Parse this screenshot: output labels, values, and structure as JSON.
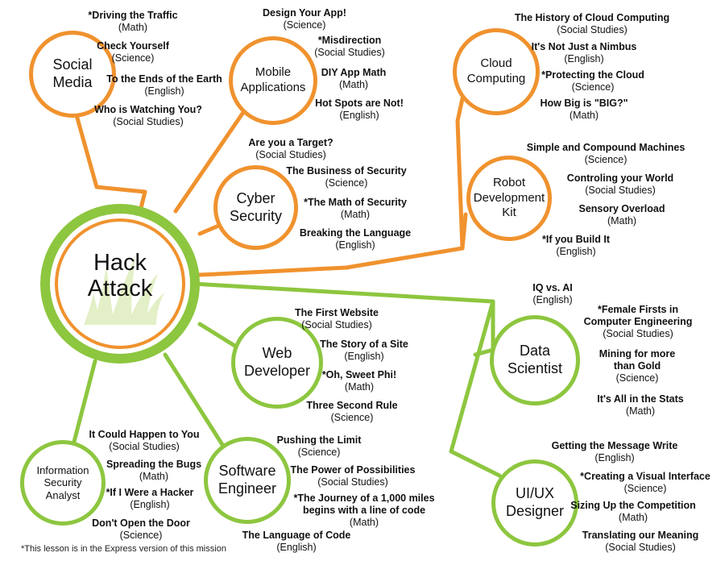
{
  "hub": {
    "title": "Hack\nAttack"
  },
  "colors": {
    "orange": "#f0922e",
    "green": "#8dc63f",
    "grass": "#e3efc6"
  },
  "footnote": "*This lesson is in the Express version of this mission",
  "nodes": [
    {
      "id": "social-media",
      "label": "Social\nMedia",
      "color": "orange",
      "lessons": [
        {
          "title": "*Driving the Traffic",
          "subject": "(Math)"
        },
        {
          "title": "Check Yourself",
          "subject": "(Science)"
        },
        {
          "title": "To the Ends of the Earth",
          "subject": "(English)"
        },
        {
          "title": "Who is Watching You?",
          "subject": "(Social Studies)"
        }
      ]
    },
    {
      "id": "mobile-applications",
      "label": "Mobile\nApplications",
      "color": "orange",
      "lessons": [
        {
          "title": "Design Your App!",
          "subject": "(Science)"
        },
        {
          "title": "*Misdirection",
          "subject": "(Social Studies)"
        },
        {
          "title": "DIY App Math",
          "subject": "(Math)"
        },
        {
          "title": "Hot Spots are Not!",
          "subject": "(English)"
        }
      ]
    },
    {
      "id": "cloud-computing",
      "label": "Cloud\nComputing",
      "color": "orange",
      "lessons": [
        {
          "title": "The History of Cloud Computing",
          "subject": "(Social Studies)"
        },
        {
          "title": "It's Not Just a Nimbus",
          "subject": "(English)"
        },
        {
          "title": "*Protecting the Cloud",
          "subject": "(Science)"
        },
        {
          "title": "How Big is \"BIG?\"",
          "subject": "(Math)"
        }
      ]
    },
    {
      "id": "cyber-security",
      "label": "Cyber\nSecurity",
      "color": "orange",
      "lessons": [
        {
          "title": "Are you a Target?",
          "subject": "(Social Studies)"
        },
        {
          "title": "The Business of Security",
          "subject": "(Science)"
        },
        {
          "title": "*The Math of Security",
          "subject": "(Math)"
        },
        {
          "title": "Breaking the Language",
          "subject": "(English)"
        }
      ]
    },
    {
      "id": "robot-development-kit",
      "label": "Robot\nDevelopment\nKit",
      "color": "orange",
      "lessons": [
        {
          "title": "Simple and Compound Machines",
          "subject": "(Science)"
        },
        {
          "title": "Controling your World",
          "subject": "(Social Studies)"
        },
        {
          "title": "Sensory Overload",
          "subject": "(Math)"
        },
        {
          "title": "*If you Build It",
          "subject": "(English)"
        }
      ]
    },
    {
      "id": "data-scientist",
      "label": "Data\nScientist",
      "color": "green",
      "lessons": [
        {
          "title": "IQ vs. AI",
          "subject": "(English)"
        },
        {
          "title": "*Female Firsts in\nComputer Engineering",
          "subject": "(Social Studies)"
        },
        {
          "title": "Mining for more\nthan Gold",
          "subject": "(Science)"
        },
        {
          "title": "It's All in the Stats",
          "subject": "(Math)"
        }
      ]
    },
    {
      "id": "web-developer",
      "label": "Web\nDeveloper",
      "color": "green",
      "lessons": [
        {
          "title": "The First Website",
          "subject": "(Social Studies)"
        },
        {
          "title": "The Story of a Site",
          "subject": "(English)"
        },
        {
          "title": "*Oh, Sweet Phi!",
          "subject": "(Math)"
        },
        {
          "title": "Three Second Rule",
          "subject": "(Science)"
        }
      ]
    },
    {
      "id": "information-security-analyst",
      "label": "Information\nSecurity\nAnalyst",
      "color": "green",
      "lessons": [
        {
          "title": "It Could Happen to You",
          "subject": "(Social Studies)"
        },
        {
          "title": "Spreading the Bugs",
          "subject": "(Math)"
        },
        {
          "title": "*If I Were a Hacker",
          "subject": "(English)"
        },
        {
          "title": "Don't Open the Door",
          "subject": "(Science)"
        }
      ]
    },
    {
      "id": "software-engineer",
      "label": "Software\nEngineer",
      "color": "green",
      "lessons": [
        {
          "title": "Pushing the Limit",
          "subject": "(Science)"
        },
        {
          "title": "The Power of Possibilities",
          "subject": "(Social Studies)"
        },
        {
          "title": "*The Journey of a 1,000 miles\nbegins with a line of code",
          "subject": "(Math)"
        },
        {
          "title": "The Language of Code",
          "subject": "(English)"
        }
      ]
    },
    {
      "id": "ui-ux-designer",
      "label": "UI/UX\nDesigner",
      "color": "green",
      "lessons": [
        {
          "title": "Getting the Message Write",
          "subject": "(English)"
        },
        {
          "title": "*Creating a Visual Interface",
          "subject": "(Science)"
        },
        {
          "title": "Sizing Up the Competition",
          "subject": "(Math)"
        },
        {
          "title": "Translating our Meaning",
          "subject": "(Social Studies)"
        }
      ]
    }
  ]
}
